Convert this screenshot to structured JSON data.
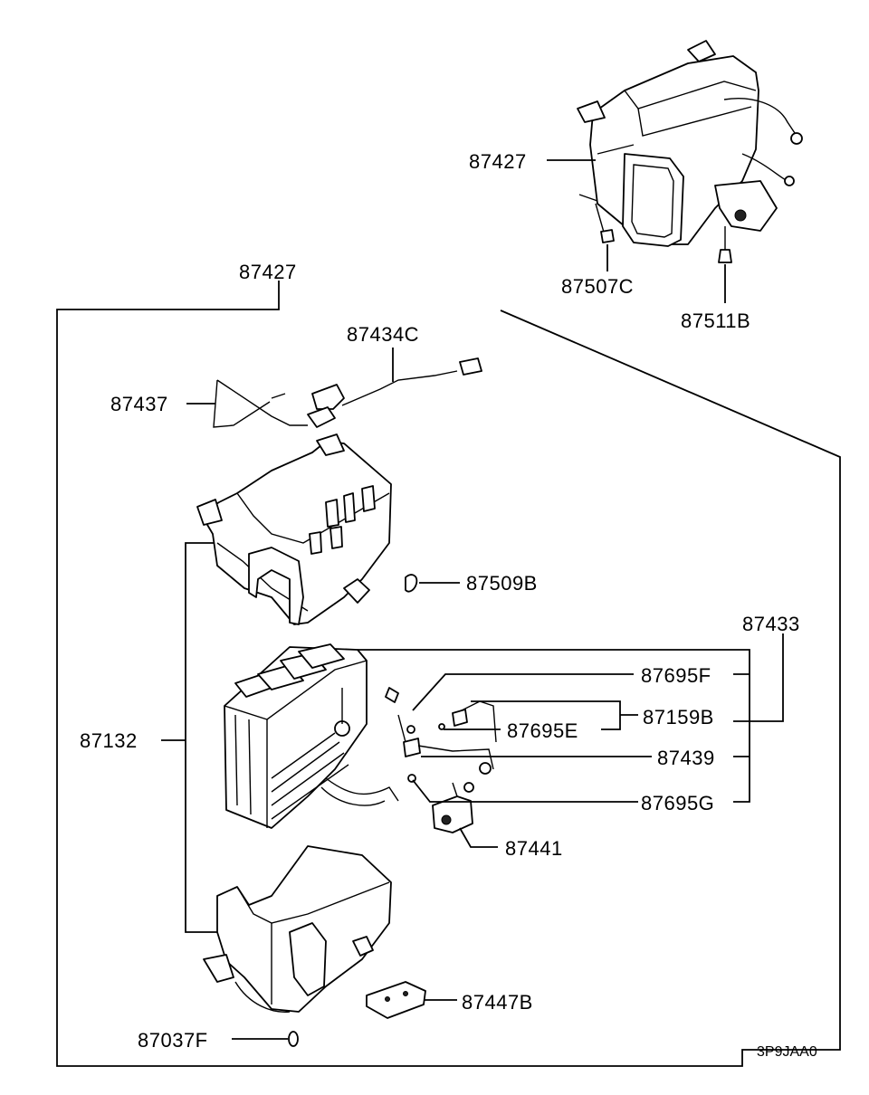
{
  "labels": {
    "asm_top": "87427",
    "asm_main": "87427",
    "p87507c": "87507C",
    "p87511b": "87511B",
    "p87434c": "87434C",
    "p87437": "87437",
    "p87509b": "87509B",
    "p87433": "87433",
    "p87695f": "87695F",
    "p87159b": "87159B",
    "p87695e": "87695E",
    "p87439": "87439",
    "p87695g": "87695G",
    "p87132": "87132",
    "p87441": "87441",
    "p87447b": "87447B",
    "p87037f": "87037F"
  },
  "diagram_code": "3P9JAA0"
}
